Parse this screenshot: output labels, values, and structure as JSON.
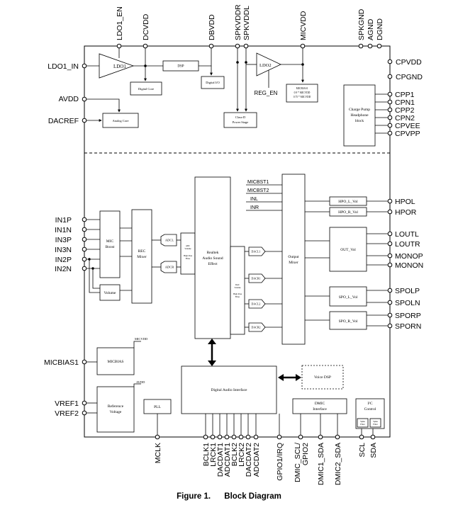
{
  "pins_left": [
    {
      "id": "ldo1_in",
      "label": "LDO1_IN"
    },
    {
      "id": "avdd",
      "label": "AVDD"
    },
    {
      "id": "dacref",
      "label": "DACREF"
    },
    {
      "id": "in1p",
      "label": "IN1P"
    },
    {
      "id": "in1n",
      "label": "IN1N"
    },
    {
      "id": "in3p",
      "label": "IN3P"
    },
    {
      "id": "in3n",
      "label": "IN3N"
    },
    {
      "id": "in2p",
      "label": "IN2P"
    },
    {
      "id": "in2n",
      "label": "IN2N"
    },
    {
      "id": "micbias1",
      "label": "MICBIAS1"
    },
    {
      "id": "vref1",
      "label": "VREF1"
    },
    {
      "id": "vref2",
      "label": "VREF2"
    }
  ],
  "pins_right": [
    {
      "id": "cpvdd",
      "label": "CPVDD"
    },
    {
      "id": "cpgnd",
      "label": "CPGND"
    },
    {
      "id": "cpp1",
      "label": "CPP1"
    },
    {
      "id": "cpn1",
      "label": "CPN1"
    },
    {
      "id": "cpp2",
      "label": "CPP2"
    },
    {
      "id": "cpn2",
      "label": "CPN2"
    },
    {
      "id": "cpvee",
      "label": "CPVEE"
    },
    {
      "id": "cpvpp",
      "label": "CPVPP"
    },
    {
      "id": "hpol",
      "label": "HPOL"
    },
    {
      "id": "hpor",
      "label": "HPOR"
    },
    {
      "id": "loutl",
      "label": "LOUTL"
    },
    {
      "id": "loutr",
      "label": "LOUTR"
    },
    {
      "id": "monop",
      "label": "MONOP"
    },
    {
      "id": "monon",
      "label": "MONON"
    },
    {
      "id": "spolp",
      "label": "SPOLP"
    },
    {
      "id": "spoln",
      "label": "SPOLN"
    },
    {
      "id": "sporp",
      "label": "SPORP"
    },
    {
      "id": "sporn",
      "label": "SPORN"
    }
  ],
  "pins_top": [
    {
      "id": "ldo1_en",
      "label": "LDO1_EN"
    },
    {
      "id": "dcvdd",
      "label": "DCVDD"
    },
    {
      "id": "dbvdd",
      "label": "DBVDD"
    },
    {
      "id": "spkvddr",
      "label": "SPKVDDR"
    },
    {
      "id": "spkvddl",
      "label": "SPKVDDL"
    },
    {
      "id": "micvdd",
      "label": "MICVDD"
    },
    {
      "id": "spkgnd",
      "label": "SPKGND"
    },
    {
      "id": "agnd",
      "label": "AGND"
    },
    {
      "id": "dgnd",
      "label": "DGND"
    }
  ],
  "pins_bottom": [
    {
      "id": "mclk",
      "label": "MCLK"
    },
    {
      "id": "bclk1",
      "label": "BCLK1"
    },
    {
      "id": "lrck1",
      "label": "LRCK1"
    },
    {
      "id": "dacdat1",
      "label": "DACDAT1"
    },
    {
      "id": "adcdat1",
      "label": "ADCDAT1"
    },
    {
      "id": "bclk2",
      "label": "BCLK2"
    },
    {
      "id": "lrck2",
      "label": "LRCK2"
    },
    {
      "id": "dacdat2",
      "label": "DACDAT2"
    },
    {
      "id": "adcdat2",
      "label": "ADCDAT2"
    },
    {
      "id": "gpio1",
      "label": "GPIO1/IRQ"
    },
    {
      "id": "dmic_scl",
      "label": "DMIC_SCL/"
    },
    {
      "id": "gpio2",
      "label": "GPIO2"
    },
    {
      "id": "dmic1_sda",
      "label": "DMIC1_SDA"
    },
    {
      "id": "dmic2_sda",
      "label": "DMIC2_SDA"
    },
    {
      "id": "scl",
      "label": "SCL"
    },
    {
      "id": "sda",
      "label": "SDA"
    }
  ],
  "blocks": {
    "ldo1": "LDO1",
    "dsp_small": "DSP",
    "digital_core": "Digital Core",
    "digital_io": "Digital I/O",
    "class_d_1": "Class-D",
    "class_d_2": "Power Stage",
    "ldo2": "LDO2",
    "reg_en": "REG_EN",
    "micbias_top_1": "MICBIAS1",
    "micbias_top_2": "0.9 * MICVDD",
    "micbias_top_3": "0.75 * MICVDD",
    "analog_core": "Analog Core",
    "charge_pump_1": "Charge Pump",
    "charge_pump_2": "Headphone",
    "charge_pump_3": "block",
    "mic_boost_1": "MIC",
    "mic_boost_2": "Boost",
    "rec_mixer_1": "REC",
    "rec_mixer_2": "Mixer",
    "volume": "Volume",
    "adcl": "ADCL",
    "adcr": "ADCR",
    "adc_vol_1": "ADC",
    "adc_vol_2": "Volume",
    "adc_vol_3": "High Pass",
    "adc_vol_4": "Filter",
    "realtek_1": "Realtek",
    "realtek_2": "Audio Sound",
    "realtek_3": "Effect",
    "dac_vol_1": "DAC",
    "dac_vol_2": "Volume",
    "dac_vol_3": "High Pass",
    "dac_vol_4": "Filter",
    "dacl1": "DACL1",
    "dacr1": "DACR1",
    "dacl2": "DACL2",
    "dacr2": "DACR2",
    "micbst1": "MICBST1",
    "micbst2": "MICBST2",
    "inl": "INL",
    "inr": "INR",
    "output_mixer_1": "Output",
    "output_mixer_2": "Mixer",
    "hpo_l_vol": "HPO_L_Vol",
    "hpo_r_vol": "HPO_R_Vol",
    "out_vol": "OUT_Vol",
    "spo_l_vol": "SPO_L_Vol",
    "spo_r_vol": "SPO_R_Vol",
    "micvdd_label": "MICVDD",
    "micbias_block": "MICBIAS",
    "avdd_label": "AVDD",
    "ref_voltage_1": "Reference",
    "ref_voltage_2": "Voltage",
    "pll": "PLL",
    "digital_audio_interface": "Digital Audio Interface",
    "voice_dsp": "Voice DSP",
    "dmic_interface_1": "DMIC",
    "dmic_interface_2": "Interface",
    "i2c_control_1": "I²C",
    "i2c_control_2": "Control",
    "spike_filter_1a": "Spike",
    "spike_filter_1b": "Filter",
    "spike_filter_2a": "Spike",
    "spike_filter_2b": "Filter"
  },
  "caption": {
    "figure": "Figure 1.",
    "title": "Block Diagram"
  }
}
